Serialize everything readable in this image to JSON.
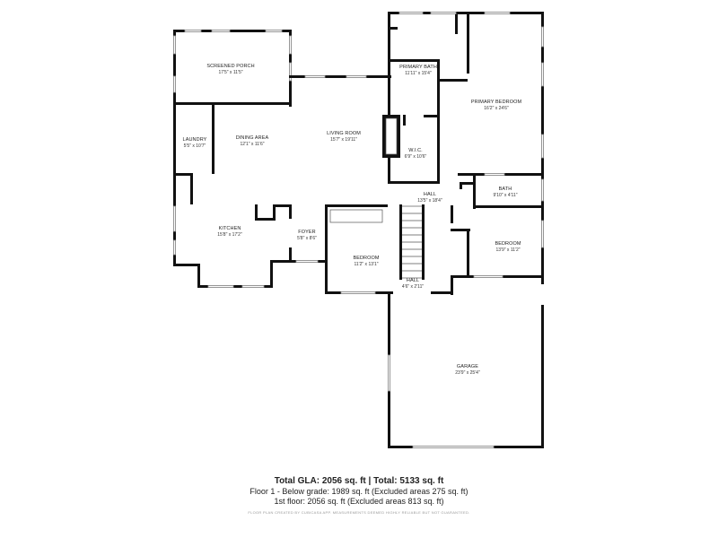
{
  "rooms": [
    {
      "name": "SCREENED PORCH",
      "dims": "17'5\" x 11'5\""
    },
    {
      "name": "PRIMARY BATH",
      "dims": "11'11\" x 15'4\""
    },
    {
      "name": "PRIMARY BEDROOM",
      "dims": "16'2\" x 24'6\""
    },
    {
      "name": "DINING AREA",
      "dims": "12'1\" x 11'6\""
    },
    {
      "name": "LIVING ROOM",
      "dims": "15'7\" x 19'11\""
    },
    {
      "name": "LAUNDRY",
      "dims": "5'5\" x 10'7\""
    },
    {
      "name": "W.I.C.",
      "dims": "6'9\" x 10'6\""
    },
    {
      "name": "HALL",
      "dims": "13'5\" x 18'4\""
    },
    {
      "name": "BATH",
      "dims": "9'10\" x 4'11\""
    },
    {
      "name": "KITCHEN",
      "dims": "15'8\" x 17'2\""
    },
    {
      "name": "FOYER",
      "dims": "5'8\" x 8'6\""
    },
    {
      "name": "BEDROOM",
      "dims": "13'9\" x 11'2\""
    },
    {
      "name": "BEDROOM",
      "dims": "11'2\" x 13'1\""
    },
    {
      "name": "HALL",
      "dims": "4'6\" x 2'11\""
    },
    {
      "name": "GARAGE",
      "dims": "23'9\" x 25'4\""
    }
  ],
  "summary": {
    "total": "Total GLA: 2056 sq. ft | Total: 5133 sq. ft",
    "floor1": "Floor 1 - Below grade: 1989 sq. ft (Excluded areas 275 sq. ft)",
    "floor1st": "1st floor: 2056 sq. ft (Excluded areas 813 sq. ft)",
    "credit": "FLOOR PLAN CREATED BY CUBICASA APP. MEASUREMENTS DEEMED HIGHLY RELIABLE BUT NOT GUARANTEED."
  }
}
